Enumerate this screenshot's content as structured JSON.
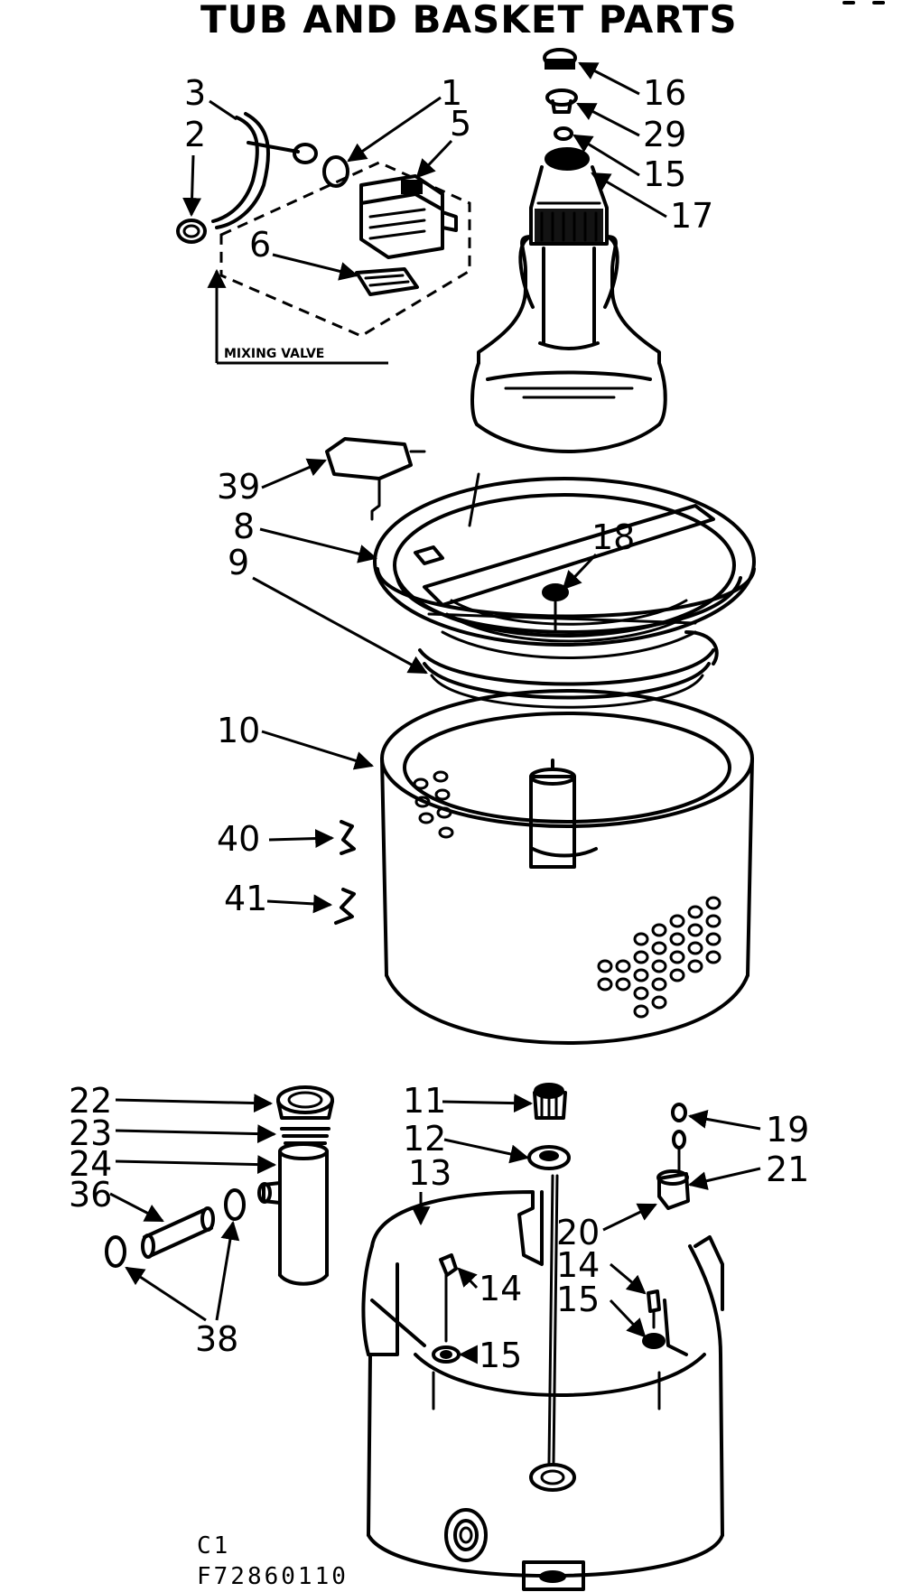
{
  "title": "TUB AND BASKET PARTS",
  "mixing_valve_label": "MIXING VALVE",
  "footer": {
    "line1": "C1",
    "line2": "F72860110"
  },
  "callouts": {
    "p1": "1",
    "p2": "2",
    "p3": "3",
    "p5": "5",
    "p6": "6",
    "p16": "16",
    "p29": "29",
    "p15a": "15",
    "p17": "17",
    "p39": "39",
    "p8": "8",
    "p9": "9",
    "p18": "18",
    "p10": "10",
    "p40": "40",
    "p41": "41",
    "p22": "22",
    "p23": "23",
    "p24": "24",
    "p36": "36",
    "p38": "38",
    "p11": "11",
    "p12": "12",
    "p13": "13",
    "p19": "19",
    "p21": "21",
    "p20": "20",
    "p14a": "14",
    "p15b": "15",
    "p14b": "14",
    "p15c": "15"
  }
}
